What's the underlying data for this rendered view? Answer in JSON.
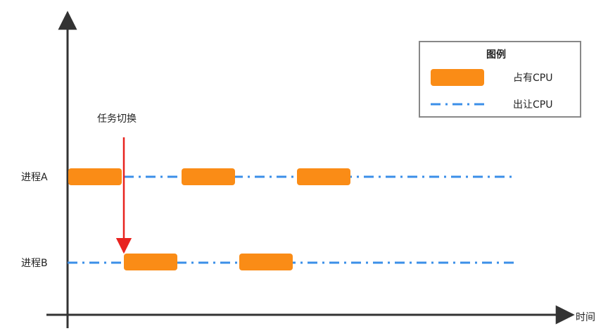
{
  "diagram": {
    "axis": {
      "x_label": "时间"
    },
    "processes": [
      {
        "label": "进程A"
      },
      {
        "label": "进程B"
      }
    ],
    "annotation": {
      "label": "任务切换"
    },
    "legend": {
      "title": "图例",
      "occupy_label": "占有CPU",
      "yield_label": "出让CPU"
    },
    "colors": {
      "occupy": "#fa8c16",
      "yield": "#3b8fe8",
      "switch_arrow": "#e8231f",
      "axis": "#333333",
      "legend_border": "#888888"
    }
  }
}
